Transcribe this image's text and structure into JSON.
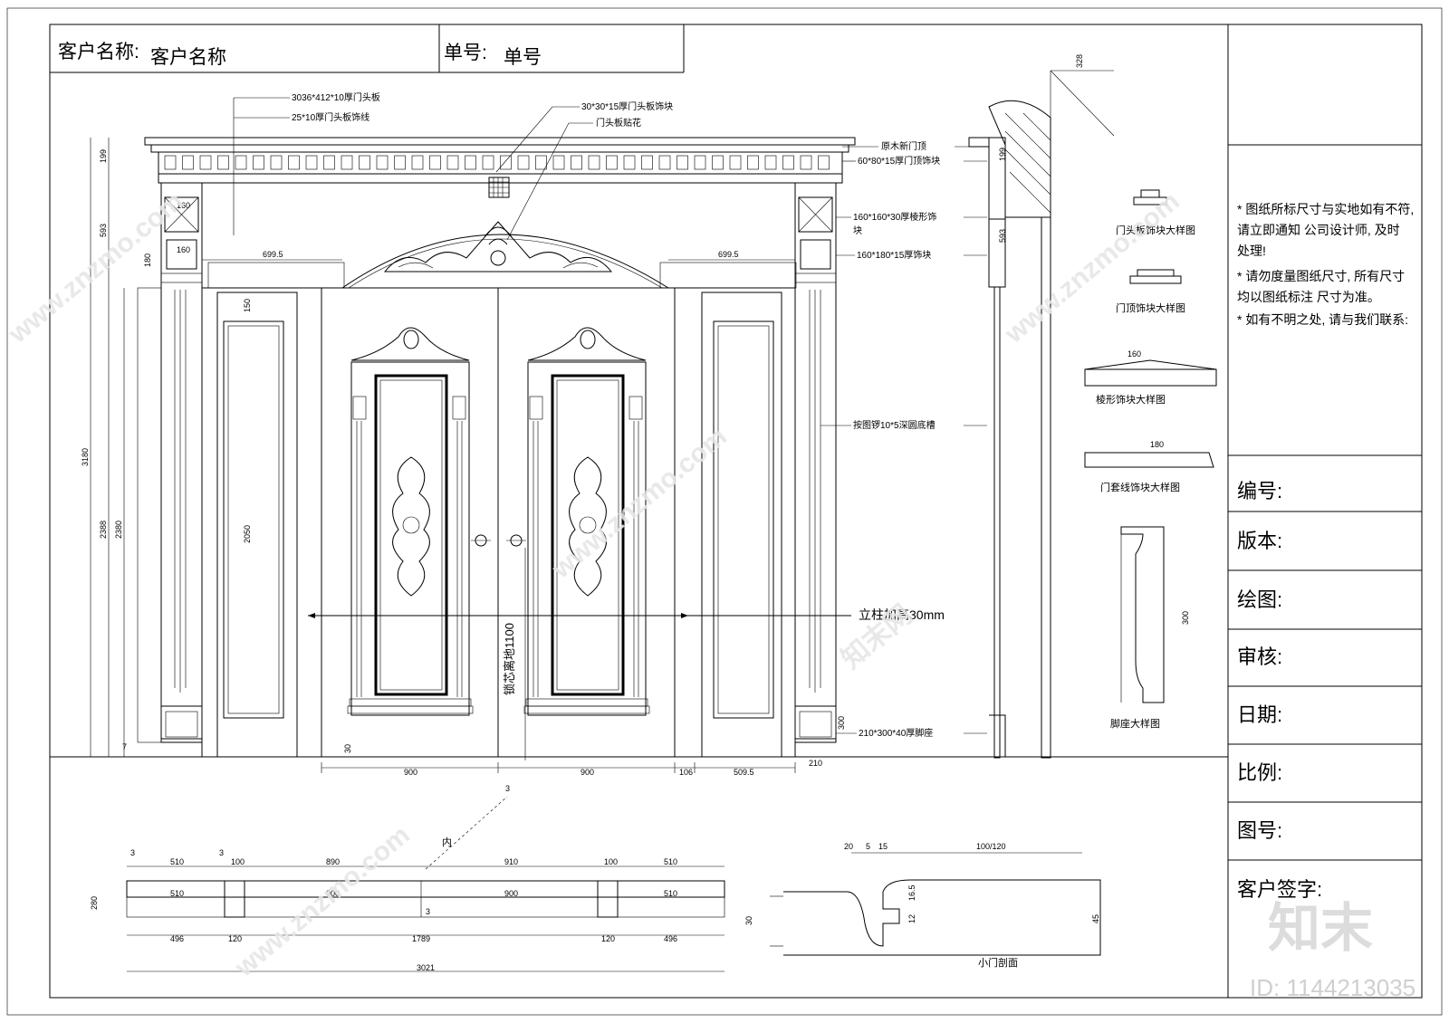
{
  "header": {
    "client_label": "客户名称:",
    "client_value": "客户名称",
    "order_label": "单号:",
    "order_value": "单号"
  },
  "notes": [
    "* 图纸所标尺寸与实地如有不符,",
    "请立即通知 公司设计师, 及时",
    "处理!",
    "* 请勿度量图纸尺寸, 所有尺寸",
    "均以图纸标注 尺寸为准。",
    "* 如有不明之处, 请与我们联系:"
  ],
  "title_block": {
    "serial": "编号:",
    "version": "版本:",
    "drawn": "绘图:",
    "review": "审核:",
    "date": "日期:",
    "scale": "比例:",
    "drawing_no": "图号:",
    "client_sign": "客户签字:"
  },
  "callouts": {
    "lintel_board": "3036*412*10厚门头板",
    "lintel_line": "25*10厚门头板饰线",
    "lintel_block": "30*30*15厚门头板饰块",
    "lintel_carving": "门头板贴花",
    "door_top": "原木新门顶",
    "door_top_block": "60*80*15厚门顶饰块",
    "diamond_block_1": "160*160*30厚棱形饰",
    "diamond_block_2": "块",
    "block_160_180": "160*180*15厚饰块",
    "groove": "按图锣10*5深圆底槽",
    "column_raise": "立柱加高30mm",
    "lock_height": "锁芯离地1100",
    "plinth": "210*300*40厚脚座"
  },
  "details": {
    "lintel_block_detail": "门头板饰块大样图",
    "door_top_block_detail": "门顶饰块大样图",
    "diamond_block_detail": "棱形饰块大样图",
    "casing_block_detail": "门套线饰块大样图",
    "plinth_detail": "脚座大样图",
    "small_door_section": "小门剖面",
    "inside_label": "内"
  },
  "dims": {
    "d3180": "3180",
    "d2388": "2388",
    "d2380": "2380",
    "d593": "593",
    "d199": "199",
    "d2050": "2050",
    "d699": "699.5",
    "d900": "900",
    "d106": "106",
    "d509": "509.5",
    "d210": "210",
    "d30": "30",
    "d3": "3",
    "d7": "7",
    "d150": "150",
    "d160": "160",
    "d180": "180",
    "d300": "300",
    "d328": "328",
    "p510": "510",
    "p100": "100",
    "p890": "890",
    "p910": "910",
    "p900": "900",
    "p496": "496",
    "p120": "120",
    "p1789": "1789",
    "p3021": "3021",
    "p280": "280",
    "s20": "20",
    "s5": "5",
    "s15": "15",
    "s100_120": "100/120",
    "s16_5": "16.5",
    "s12": "12",
    "s45": "45",
    "s30": "30"
  },
  "watermark": {
    "site": "www.znzmo.com",
    "brand": "知末网",
    "logo": "知末",
    "id": "ID: 1144213035"
  }
}
